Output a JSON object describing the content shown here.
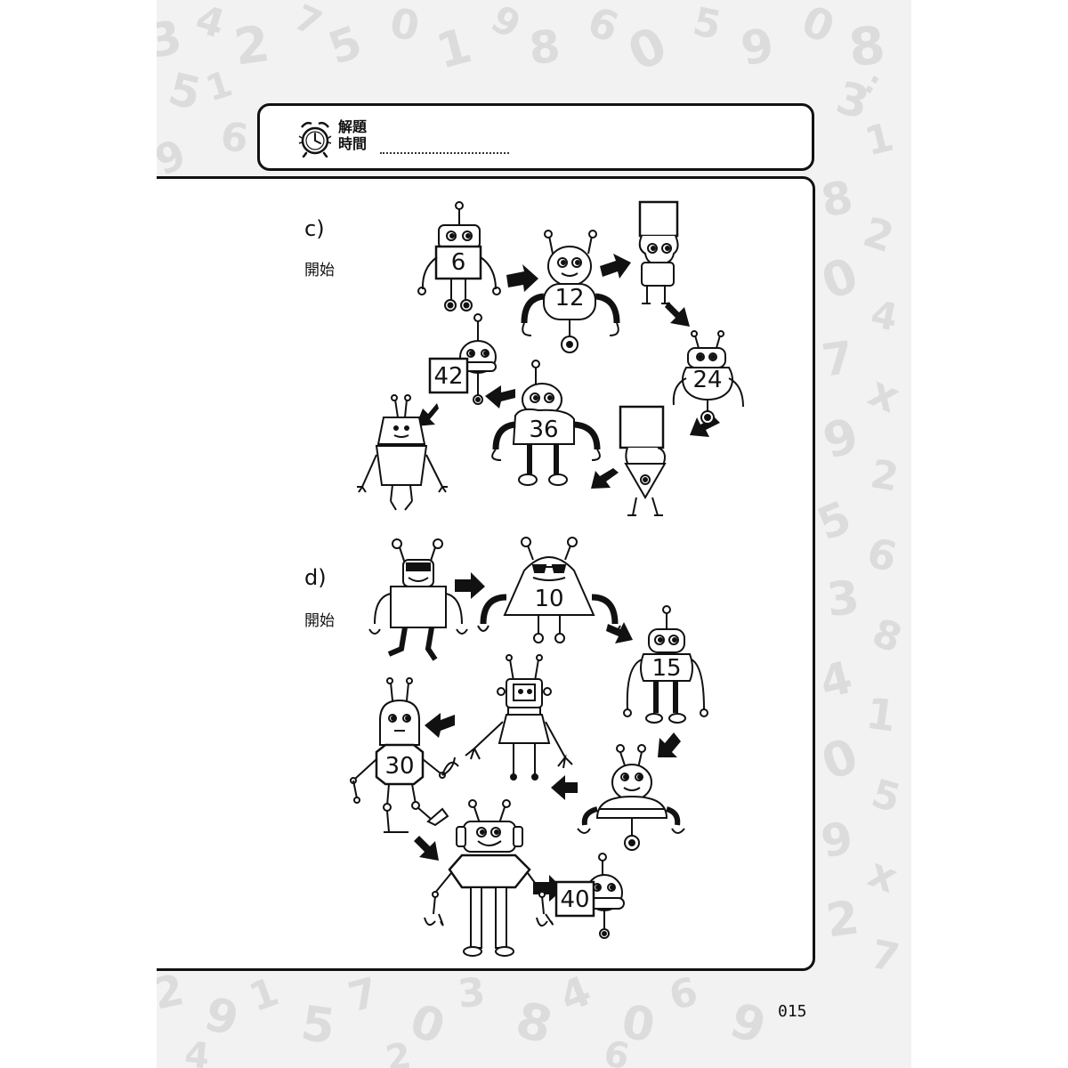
{
  "header": {
    "label_line1": "解題",
    "label_line2": "時間"
  },
  "sections": [
    {
      "letter": "c)",
      "start_label": "開始",
      "robots": [
        {
          "id": "c1",
          "value": "6"
        },
        {
          "id": "c2",
          "value": "12"
        },
        {
          "id": "c3",
          "value": ""
        },
        {
          "id": "c4",
          "value": "24"
        },
        {
          "id": "c5",
          "value": ""
        },
        {
          "id": "c6",
          "value": "36"
        },
        {
          "id": "c7",
          "value": "42"
        },
        {
          "id": "c8",
          "value": ""
        }
      ]
    },
    {
      "letter": "d)",
      "start_label": "開始",
      "robots": [
        {
          "id": "d1",
          "value": ""
        },
        {
          "id": "d2",
          "value": "10"
        },
        {
          "id": "d3",
          "value": "15"
        },
        {
          "id": "d4",
          "value": ""
        },
        {
          "id": "d5",
          "value": ""
        },
        {
          "id": "d6",
          "value": "30"
        },
        {
          "id": "d7",
          "value": ""
        },
        {
          "id": "d8",
          "value": "40"
        }
      ]
    }
  ],
  "page_number": "015"
}
